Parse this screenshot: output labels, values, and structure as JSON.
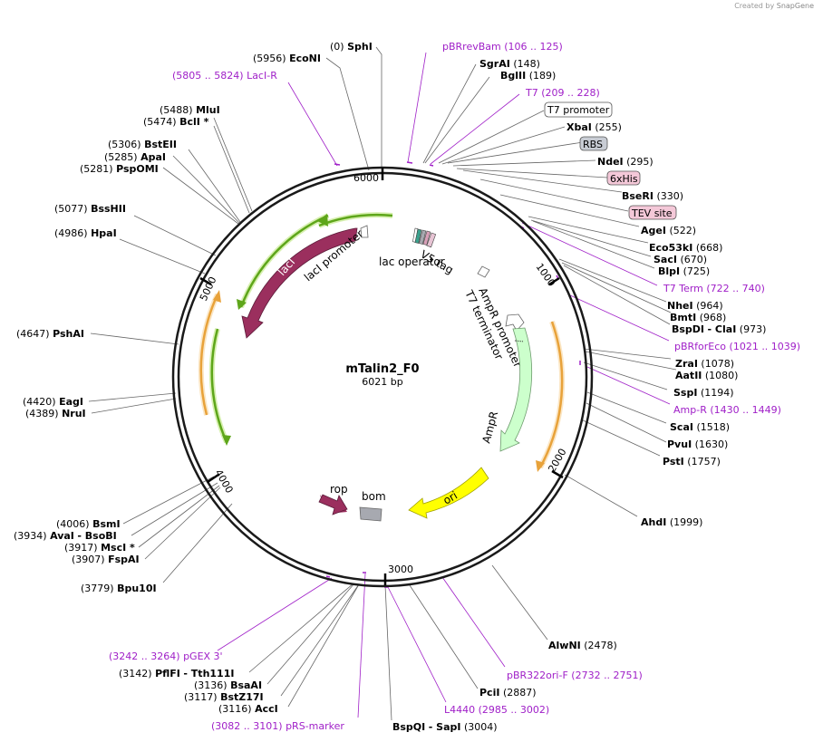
{
  "credit": {
    "prefix": "Created by",
    "brand": "SnapGene"
  },
  "plasmid": {
    "name": "mTalin2_F0",
    "length": "6021 bp"
  },
  "ticks": [
    "1000",
    "2000",
    "3000",
    "4000",
    "5000",
    "6000"
  ],
  "features": {
    "lacI": "lacI",
    "lacI_promoter": "lacI promoter",
    "lac_operator": "lac operator",
    "v5_tag": "V5 tag",
    "ampr_promoter": "AmpR promoter",
    "t7_terminator": "T7 terminator",
    "ampr": "AmpR",
    "ori": "ori",
    "rop": "rop",
    "bom": "bom"
  },
  "labels": [
    {
      "id": "sphI",
      "pos": "(0)",
      "name": "SphI",
      "kind": "enzyme"
    },
    {
      "id": "ecoNI",
      "pos": "(5956)",
      "name": "EcoNI",
      "kind": "enzyme"
    },
    {
      "id": "laciR",
      "pos": "(5805 .. 5824)",
      "name": "LacI-R",
      "kind": "primer"
    },
    {
      "id": "mluI",
      "pos": "(5488)",
      "name": "MluI",
      "kind": "enzyme"
    },
    {
      "id": "bclI",
      "pos": "(5474)",
      "name": "BclI *",
      "kind": "enzyme"
    },
    {
      "id": "bstEII",
      "pos": "(5306)",
      "name": "BstEII",
      "kind": "enzyme"
    },
    {
      "id": "apaI",
      "pos": "(5285)",
      "name": "ApaI",
      "kind": "enzyme"
    },
    {
      "id": "pspOMI",
      "pos": "(5281)",
      "name": "PspOMI",
      "kind": "enzyme"
    },
    {
      "id": "bssHII",
      "pos": "(5077)",
      "name": "BssHII",
      "kind": "enzyme"
    },
    {
      "id": "hpaI",
      "pos": "(4986)",
      "name": "HpaI",
      "kind": "enzyme"
    },
    {
      "id": "pshAI",
      "pos": "(4647)",
      "name": "PshAI",
      "kind": "enzyme"
    },
    {
      "id": "eagI",
      "pos": "(4420)",
      "name": "EagI",
      "kind": "enzyme"
    },
    {
      "id": "nruI",
      "pos": "(4389)",
      "name": "NruI",
      "kind": "enzyme"
    },
    {
      "id": "bsmI",
      "pos": "(4006)",
      "name": "BsmI",
      "kind": "enzyme"
    },
    {
      "id": "avaI",
      "pos": "(3934)",
      "name": "AvaI",
      "suffix": "- BsoBI",
      "kind": "enzyme"
    },
    {
      "id": "mscI",
      "pos": "(3917)",
      "name": "MscI *",
      "kind": "enzyme"
    },
    {
      "id": "fspAI",
      "pos": "(3907)",
      "name": "FspAI",
      "kind": "enzyme"
    },
    {
      "id": "bpu10I",
      "pos": "(3779)",
      "name": "Bpu10I",
      "kind": "enzyme"
    },
    {
      "id": "pgex3",
      "pos": "(3242 .. 3264)",
      "name": "pGEX 3'",
      "kind": "primer"
    },
    {
      "id": "pflFI",
      "pos": "(3142)",
      "name": "PflFI",
      "suffix": "- Tth111I",
      "kind": "enzyme"
    },
    {
      "id": "bsaAI",
      "pos": "(3136)",
      "name": "BsaAI",
      "kind": "enzyme"
    },
    {
      "id": "bstZ17I",
      "pos": "(3117)",
      "name": "BstZ17I",
      "kind": "enzyme"
    },
    {
      "id": "accI",
      "pos": "(3116)",
      "name": "AccI",
      "kind": "enzyme"
    },
    {
      "id": "prsmarker",
      "pos": "(3082 .. 3101)",
      "name": "pRS-marker",
      "kind": "primer"
    },
    {
      "id": "bspQI",
      "pos": "(3004)",
      "name": "BspQI",
      "prefix_name": "- SapI",
      "kind": "enzyme"
    },
    {
      "id": "l4440",
      "pos": "(2985 .. 3002)",
      "name": "L4440",
      "kind": "primer"
    },
    {
      "id": "pciI",
      "pos": "(2887)",
      "name": "PciI",
      "kind": "enzyme"
    },
    {
      "id": "pbr322ori",
      "pos": "(2732 .. 2751)",
      "name": "pBR322ori-F",
      "kind": "primer"
    },
    {
      "id": "alwNI",
      "pos": "(2478)",
      "name": "AlwNI",
      "kind": "enzyme"
    },
    {
      "id": "ahdI",
      "pos": "(1999)",
      "name": "AhdI",
      "kind": "enzyme"
    },
    {
      "id": "pstI",
      "pos": "(1757)",
      "name": "PstI",
      "kind": "enzyme"
    },
    {
      "id": "pvuI",
      "pos": "(1630)",
      "name": "PvuI",
      "kind": "enzyme"
    },
    {
      "id": "scaI",
      "pos": "(1518)",
      "name": "ScaI",
      "kind": "enzyme"
    },
    {
      "id": "ampR_primer",
      "pos": "(1430 .. 1449)",
      "name": "Amp-R",
      "kind": "primer"
    },
    {
      "id": "sspI",
      "pos": "(1194)",
      "name": "SspI",
      "kind": "enzyme"
    },
    {
      "id": "aatII",
      "pos": "(1080)",
      "name": "AatII",
      "kind": "enzyme"
    },
    {
      "id": "zraI",
      "pos": "(1078)",
      "name": "ZraI",
      "kind": "enzyme"
    },
    {
      "id": "pbrforeco",
      "pos": "(1021 .. 1039)",
      "name": "pBRforEco",
      "kind": "primer"
    },
    {
      "id": "bspDI",
      "pos": "(973)",
      "name": "BspDI",
      "suffix": "- ClaI",
      "kind": "enzyme"
    },
    {
      "id": "bmtI",
      "pos": "(968)",
      "name": "BmtI",
      "kind": "enzyme"
    },
    {
      "id": "nheI",
      "pos": "(964)",
      "name": "NheI",
      "kind": "enzyme"
    },
    {
      "id": "t7term",
      "pos": "(722 .. 740)",
      "name": "T7 Term",
      "kind": "primer"
    },
    {
      "id": "blpI",
      "pos": "(725)",
      "name": "BlpI",
      "kind": "enzyme"
    },
    {
      "id": "sacI",
      "pos": "(670)",
      "name": "SacI",
      "kind": "enzyme"
    },
    {
      "id": "eco53kI",
      "pos": "(668)",
      "name": "Eco53kI",
      "kind": "enzyme"
    },
    {
      "id": "ageI",
      "pos": "(522)",
      "name": "AgeI",
      "kind": "enzyme"
    },
    {
      "id": "tevsite",
      "name": "TEV site",
      "kind": "box",
      "fill": "#f4c8d8"
    },
    {
      "id": "bseRI",
      "pos": "(330)",
      "name": "BseRI",
      "kind": "enzyme"
    },
    {
      "id": "his6",
      "name": "6xHis",
      "kind": "box",
      "fill": "#f4c8d8"
    },
    {
      "id": "ndeI",
      "pos": "(295)",
      "name": "NdeI",
      "kind": "enzyme"
    },
    {
      "id": "rbs",
      "name": "RBS",
      "kind": "box",
      "fill": "#c8ccd4"
    },
    {
      "id": "xbaI",
      "pos": "(255)",
      "name": "XbaI",
      "kind": "enzyme"
    },
    {
      "id": "t7prom",
      "name": "T7 promoter",
      "kind": "box",
      "fill": "#ffffff"
    },
    {
      "id": "t7",
      "pos": "(209 .. 228)",
      "name": "T7",
      "kind": "primer"
    },
    {
      "id": "bglII",
      "pos": "(189)",
      "name": "BglII",
      "kind": "enzyme"
    },
    {
      "id": "sgrAI",
      "pos": "(148)",
      "name": "SgrAI",
      "kind": "enzyme"
    },
    {
      "id": "pbrrevbam",
      "pos": "(106 .. 125)",
      "name": "pBRrevBam",
      "kind": "primer"
    }
  ],
  "colors": {
    "primer": "#a020c8",
    "lacI": "#9b2f5e",
    "green": "#5ea61a",
    "orange": "#e8a23a",
    "ampr": "#ccffcc",
    "ori": "#ffff00",
    "rop": "#9b2f5e",
    "bom": "#a7a9b0"
  }
}
